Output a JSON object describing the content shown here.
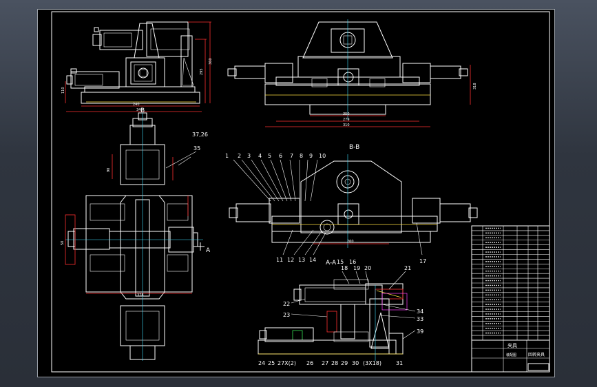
{
  "drawing": {
    "section_labels": {
      "bb": "B-B",
      "aa": "A-A",
      "b": "B",
      "a": "A"
    },
    "top_dims": {
      "d240": "240",
      "d340": "340",
      "d295": "295",
      "d360": "360",
      "d110": "110",
      "d350": "350",
      "d279": "279",
      "d310": "310",
      "d318": "318"
    },
    "plan_dims": {
      "d50": "50",
      "d90": "90",
      "d378": "378"
    },
    "callouts_top_row": [
      "1",
      "2",
      "3",
      "4",
      "5",
      "6",
      "7",
      "8",
      "9",
      "10"
    ],
    "callouts_bottom_row": [
      "11",
      "12",
      "13",
      "14",
      "15",
      "16",
      "17"
    ],
    "callouts_aa_top": [
      "18",
      "19",
      "20",
      "21"
    ],
    "callouts_aa_left": [
      "22",
      "23"
    ],
    "callouts_aa_right": [
      "34",
      "33",
      "39"
    ],
    "callouts_aa_bottom": [
      "24",
      "25",
      "27X(2)",
      "26",
      "27",
      "28",
      "29",
      "30",
      "(3X18)",
      "31"
    ],
    "callouts_plan": [
      "37,26",
      "35"
    ],
    "bb_dim": "260",
    "title_block": {
      "title": "夹具",
      "company": "装配图",
      "drawing_name": "回转夹具",
      "scale_note": "1:1"
    },
    "bom_rows": 24
  },
  "colors": {
    "background": "#000000",
    "line": "#ffffff",
    "dimension": "#ff3030",
    "center": "#40e0ff",
    "accent": "#ffe040"
  }
}
